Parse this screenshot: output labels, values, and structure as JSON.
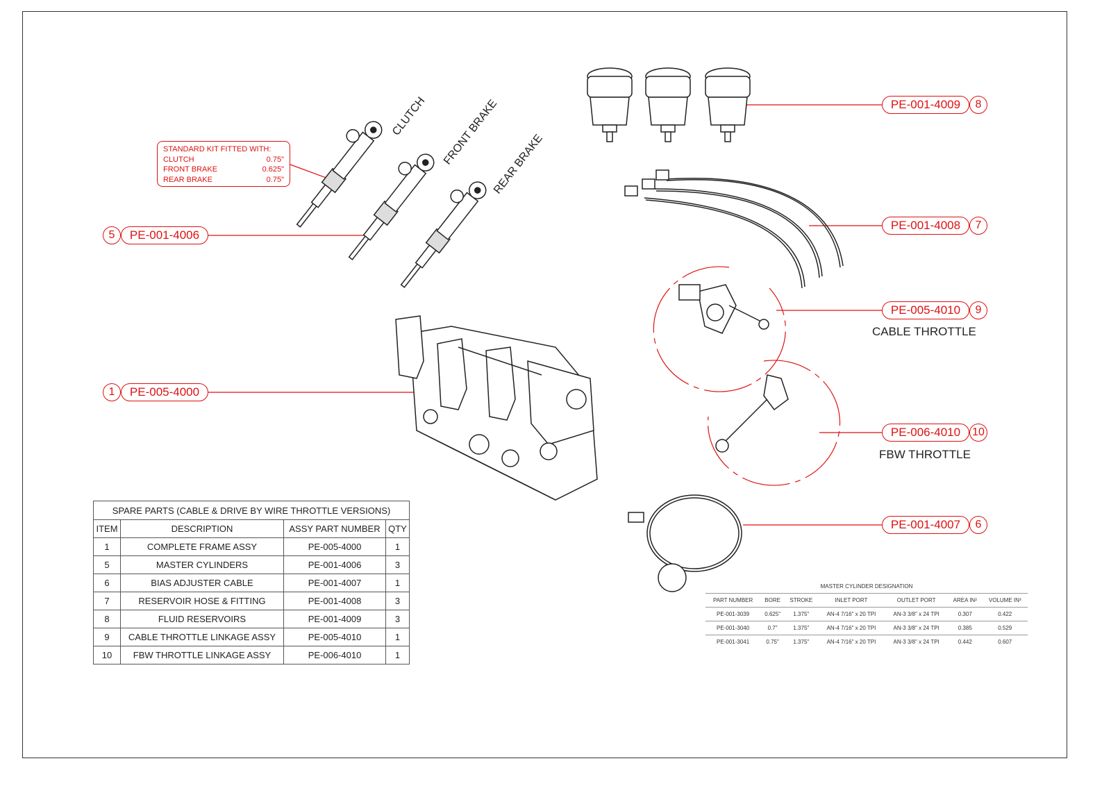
{
  "kit_note": {
    "title": "STANDARD KIT FITTED WITH:",
    "rows": [
      {
        "name": "CLUTCH",
        "size": "0.75\""
      },
      {
        "name": "FRONT BRAKE",
        "size": "0.625\""
      },
      {
        "name": "REAR BRAKE",
        "size": "0.75\""
      }
    ]
  },
  "component_labels": {
    "clutch": "CLUTCH",
    "front_brake": "FRONT BRAKE",
    "rear_brake": "REAR BRAKE"
  },
  "callouts": [
    {
      "item": "5",
      "part": "PE-001-4006"
    },
    {
      "item": "1",
      "part": "PE-005-4000"
    },
    {
      "item": "8",
      "part": "PE-001-4009"
    },
    {
      "item": "7",
      "part": "PE-001-4008"
    },
    {
      "item": "9",
      "part": "PE-005-4010",
      "caption": "CABLE THROTTLE"
    },
    {
      "item": "10",
      "part": "PE-006-4010",
      "caption": "FBW THROTTLE"
    },
    {
      "item": "6",
      "part": "PE-001-4007"
    }
  ],
  "spare_parts": {
    "title": "SPARE PARTS (CABLE & DRIVE BY WIRE THROTTLE VERSIONS)",
    "headers": [
      "ITEM",
      "DESCRIPTION",
      "ASSY PART NUMBER",
      "QTY"
    ],
    "rows": [
      [
        "1",
        "COMPLETE FRAME ASSY",
        "PE-005-4000",
        "1"
      ],
      [
        "5",
        "MASTER CYLINDERS",
        "PE-001-4006",
        "3"
      ],
      [
        "6",
        "BIAS ADJUSTER CABLE",
        "PE-001-4007",
        "1"
      ],
      [
        "7",
        "RESERVOIR HOSE & FITTING",
        "PE-001-4008",
        "3"
      ],
      [
        "8",
        "FLUID RESERVOIRS",
        "PE-001-4009",
        "3"
      ],
      [
        "9",
        "CABLE THROTTLE LINKAGE ASSY",
        "PE-005-4010",
        "1"
      ],
      [
        "10",
        "FBW THROTTLE LINKAGE ASSY",
        "PE-006-4010",
        "1"
      ]
    ]
  },
  "master_cylinder": {
    "title": "MASTER CYLINDER DESIGNATION",
    "headers": [
      "PART NUMBER",
      "BORE",
      "STROKE",
      "INLET PORT",
      "OUTLET PORT",
      "AREA IN²",
      "VOLUME IN³"
    ],
    "rows": [
      [
        "PE-001-3039",
        "0.625\"",
        "1.375\"",
        "AN-4 7/16\" x 20 TPI",
        "AN-3 3/8\" x 24 TPI",
        "0.307",
        "0.422"
      ],
      [
        "PE-001-3040",
        "0.7\"",
        "1.375\"",
        "AN-4 7/16\" x 20 TPI",
        "AN-3 3/8\" x 24 TPI",
        "0.385",
        "0.529"
      ],
      [
        "PE-001-3041",
        "0.75\"",
        "1.375\"",
        "AN-4 7/16\" x 20 TPI",
        "AN-3 3/8\" x 24 TPI",
        "0.442",
        "0.607"
      ]
    ]
  },
  "colors": {
    "accent": "#dd1111",
    "line": "#222222"
  }
}
